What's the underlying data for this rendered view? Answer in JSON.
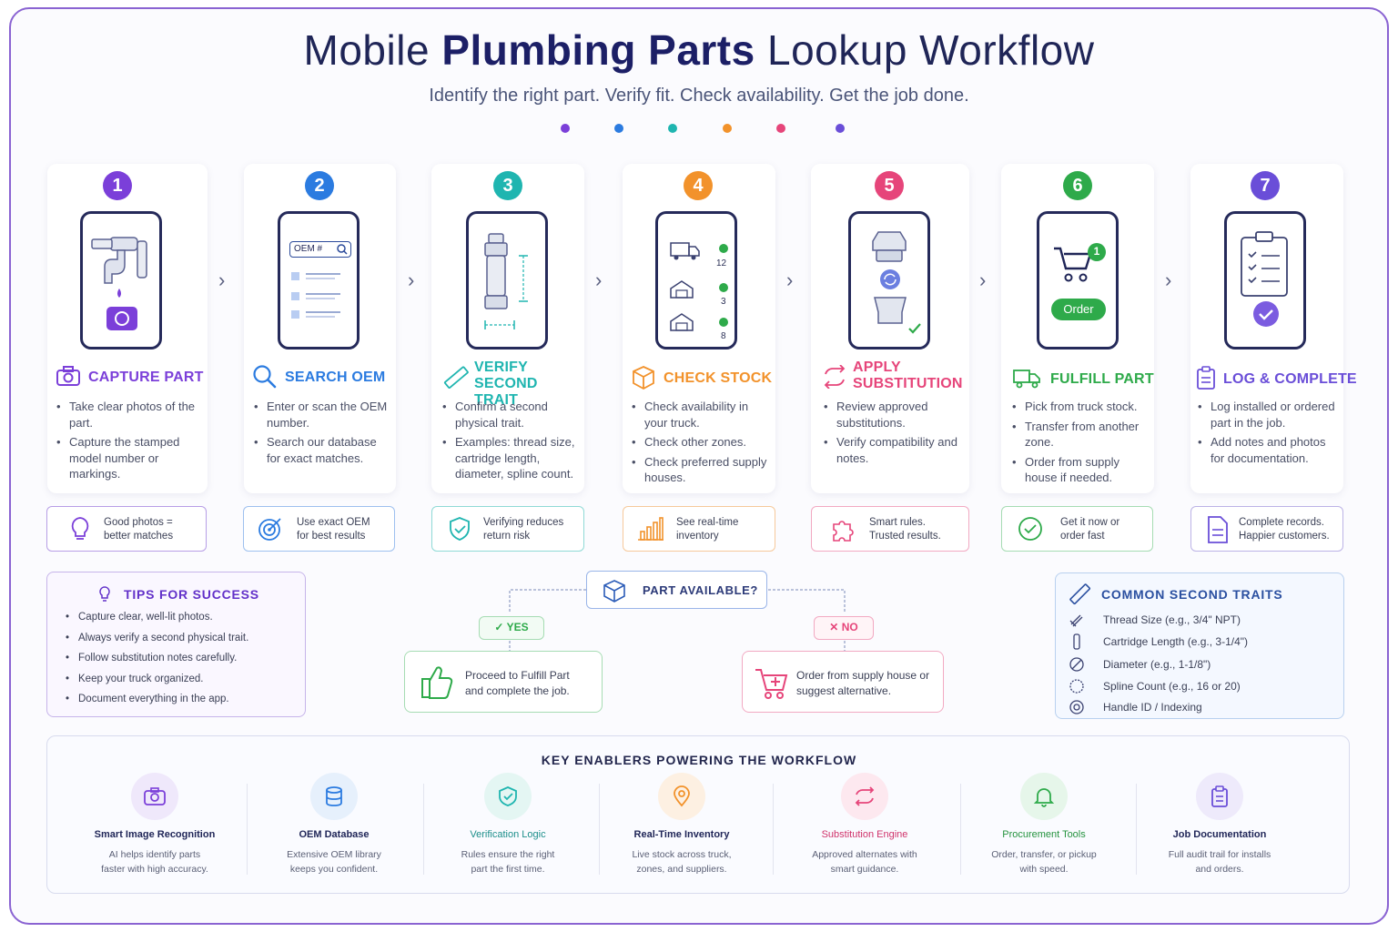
{
  "header": {
    "title_pre": "Mobile ",
    "title_bold": "Plumbing Parts",
    "title_post": " Lookup Workflow",
    "subtitle": "Identify the right part. Verify fit. Check availability. Get the job done."
  },
  "colors": {
    "purple": "#7b3fd9",
    "blue": "#2b7be0",
    "teal": "#1fb5b0",
    "orange": "#f2922b",
    "pink": "#e6457a",
    "green": "#2eaa4a",
    "violet": "#6a4ed8"
  },
  "steps": [
    {
      "num": "1",
      "title": "CAPTURE PART",
      "icon": "camera-icon",
      "bullets": [
        "Take clear photos of the part.",
        "Capture the stamped model number or markings."
      ],
      "tip": "Good photos = better matches",
      "tip_icon": "lightbulb-icon"
    },
    {
      "num": "2",
      "title": "SEARCH OEM",
      "icon": "search-icon",
      "bullets": [
        "Enter or scan the OEM number.",
        "Search our database for exact matches."
      ],
      "tip": "Use exact OEM for best results",
      "tip_icon": "target-icon",
      "screen_input": "OEM #"
    },
    {
      "num": "3",
      "title": "VERIFY SECOND TRAIT",
      "icon": "ruler-icon",
      "bullets": [
        "Confirm a second physical trait.",
        "Examples: thread size, cartridge length, diameter, spline count."
      ],
      "tip": "Verifying reduces return risk",
      "tip_icon": "shield-check-icon"
    },
    {
      "num": "4",
      "title": "CHECK STOCK",
      "icon": "box-icon",
      "bullets": [
        "Check availability in your truck.",
        "Check other zones.",
        "Check preferred supply houses."
      ],
      "tip": "See real-time inventory",
      "tip_icon": "bar-chart-icon",
      "stock": [
        "12",
        "3",
        "8"
      ]
    },
    {
      "num": "5",
      "title": "APPLY SUBSTITUTION",
      "icon": "swap-icon",
      "bullets": [
        "Review approved substitutions.",
        "Verify compatibility and notes."
      ],
      "tip": "Smart rules. Trusted results.",
      "tip_icon": "puzzle-icon"
    },
    {
      "num": "6",
      "title": "FULFILL PART",
      "icon": "truck-icon",
      "bullets": [
        "Pick from truck stock.",
        "Transfer from another zone.",
        "Order from supply house if needed."
      ],
      "tip": "Get it now or order fast",
      "tip_icon": "check-circle-icon",
      "cart_count": "1",
      "order_label": "Order"
    },
    {
      "num": "7",
      "title": "LOG & COMPLETE",
      "icon": "clipboard-icon",
      "bullets": [
        "Log installed or ordered part in the job.",
        "Add notes and photos for documentation."
      ],
      "tip": "Complete records. Happier customers.",
      "tip_icon": "document-icon"
    }
  ],
  "tips_box": {
    "title": "TIPS FOR SUCCESS",
    "items": [
      "Capture clear, well-lit photos.",
      "Always verify a second physical trait.",
      "Follow substitution notes carefully.",
      "Keep your truck organized.",
      "Document everything in the app."
    ]
  },
  "decision": {
    "question": "PART AVAILABLE?",
    "yes_label": "YES",
    "no_label": "NO",
    "yes_text": "Proceed to Fulfill Part and complete the job.",
    "no_text": "Order from supply house or suggest alternative."
  },
  "traits_box": {
    "title": "COMMON SECOND TRAITS",
    "items": [
      "Thread Size (e.g., 3/4\" NPT)",
      "Cartridge Length (e.g., 3-1/4\")",
      "Diameter (e.g., 1-1/8\")",
      "Spline Count (e.g., 16 or 20)",
      "Handle ID / Indexing"
    ]
  },
  "enablers": {
    "title": "KEY ENABLERS POWERING THE WORKFLOW",
    "items": [
      {
        "name": "Smart Image Recognition",
        "desc": "AI helps identify parts faster with high accuracy.",
        "icon": "camera-icon"
      },
      {
        "name": "OEM Database",
        "desc": "Extensive OEM library keeps you confident.",
        "icon": "database-icon"
      },
      {
        "name": "Verification Logic",
        "desc": "Rules ensure the right part the first time.",
        "icon": "shield-check-icon"
      },
      {
        "name": "Real-Time Inventory",
        "desc": "Live stock across truck, zones, and suppliers.",
        "icon": "location-pin-icon"
      },
      {
        "name": "Substitution Engine",
        "desc": "Approved alternates with smart guidance.",
        "icon": "swap-icon"
      },
      {
        "name": "Procurement Tools",
        "desc": "Order, transfer, or pickup with speed.",
        "icon": "bell-icon"
      },
      {
        "name": "Job Documentation",
        "desc": "Full audit trail for installs and orders.",
        "icon": "clipboard-icon"
      }
    ]
  }
}
